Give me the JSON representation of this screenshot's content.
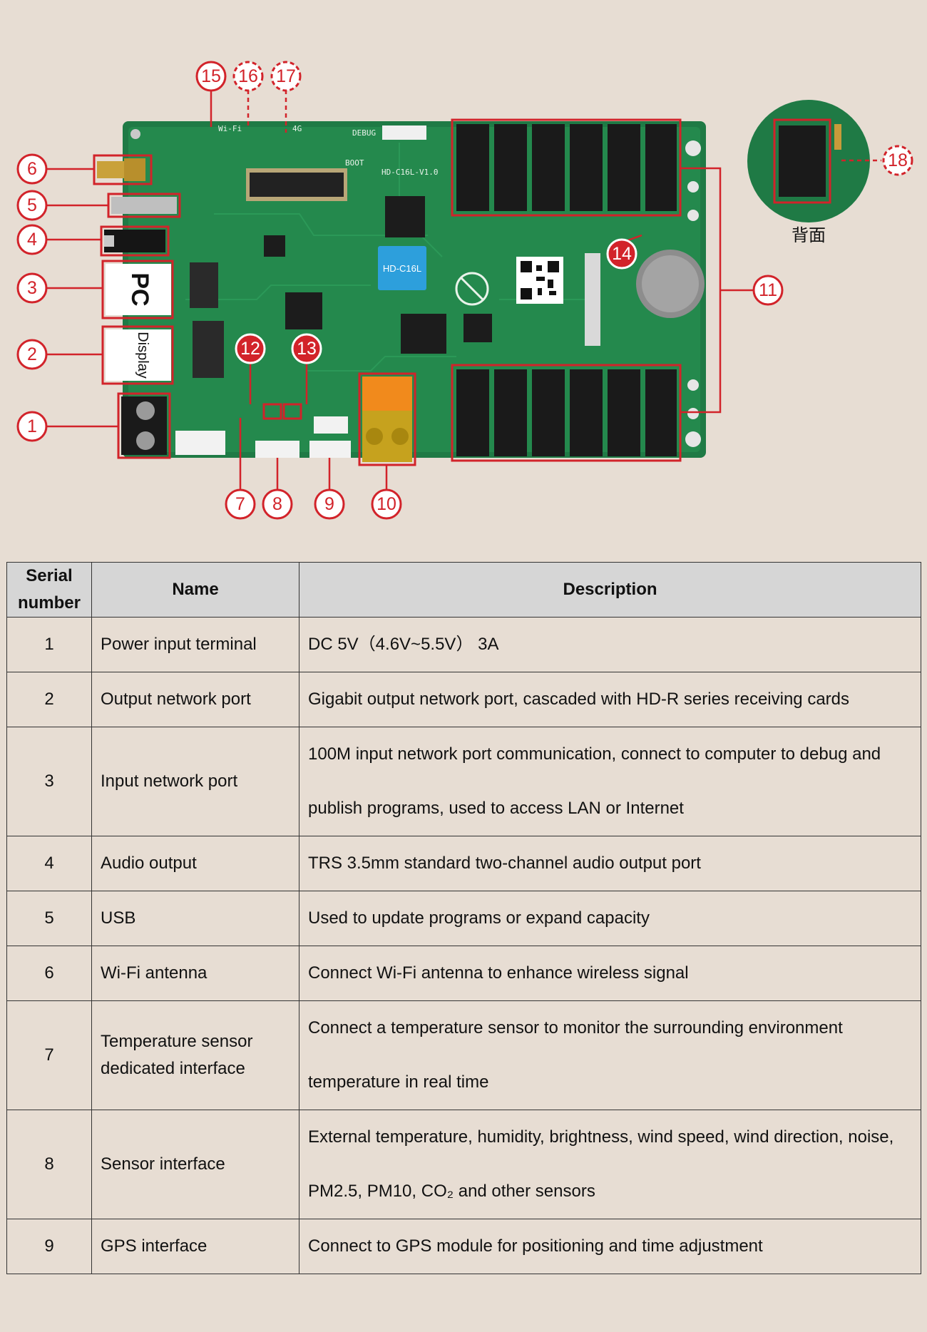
{
  "diagram": {
    "board_model": "HD-C16L",
    "board_silk": "HD-C16L-V1.0",
    "port_labels": {
      "pc": "PC",
      "display": "Display"
    },
    "back_label": "背面",
    "silk": {
      "wifi": "Wi-Fi",
      "fourg": "4G",
      "debug": "DEBUG",
      "boot": "BOOT"
    },
    "callouts": [
      "1",
      "2",
      "3",
      "4",
      "5",
      "6",
      "7",
      "8",
      "9",
      "10",
      "11",
      "12",
      "13",
      "14",
      "15",
      "16",
      "17",
      "18"
    ],
    "colors": {
      "accent": "#d2232a",
      "pcb": "#1f7a45",
      "background": "#e7ddd3",
      "header_bg": "#d6d6d6"
    }
  },
  "table": {
    "headers": {
      "serial": "Serial number",
      "serial_l1": "Serial",
      "serial_l2": "number",
      "name": "Name",
      "description": "Description"
    },
    "rows": [
      {
        "serial": "1",
        "name": "Power input terminal",
        "description": "DC 5V（4.6V~5.5V） 3A"
      },
      {
        "serial": "2",
        "name": "Output network port",
        "description": "Gigabit output network port, cascaded with HD-R series receiving cards"
      },
      {
        "serial": "3",
        "name": "Input network port",
        "description": "100M input network port communication, connect to computer to debug and publish programs, used to access LAN or Internet"
      },
      {
        "serial": "4",
        "name": "Audio output",
        "description": "TRS 3.5mm standard two-channel audio output port"
      },
      {
        "serial": "5",
        "name": "USB",
        "description": "Used to update programs or expand capacity"
      },
      {
        "serial": "6",
        "name": "Wi-Fi antenna",
        "description": "Connect Wi-Fi antenna to enhance wireless signal"
      },
      {
        "serial": "7",
        "name": "Temperature sensor dedicated interface",
        "description": "Connect a temperature sensor to monitor the surrounding environment temperature in real time"
      },
      {
        "serial": "8",
        "name": "Sensor interface",
        "description": "External temperature, humidity, brightness, wind speed, wind direction, noise, PM2.5, PM10, CO₂ and other sensors"
      },
      {
        "serial": "9",
        "name": "GPS interface",
        "description": "Connect to GPS module for positioning and time adjustment"
      }
    ]
  }
}
